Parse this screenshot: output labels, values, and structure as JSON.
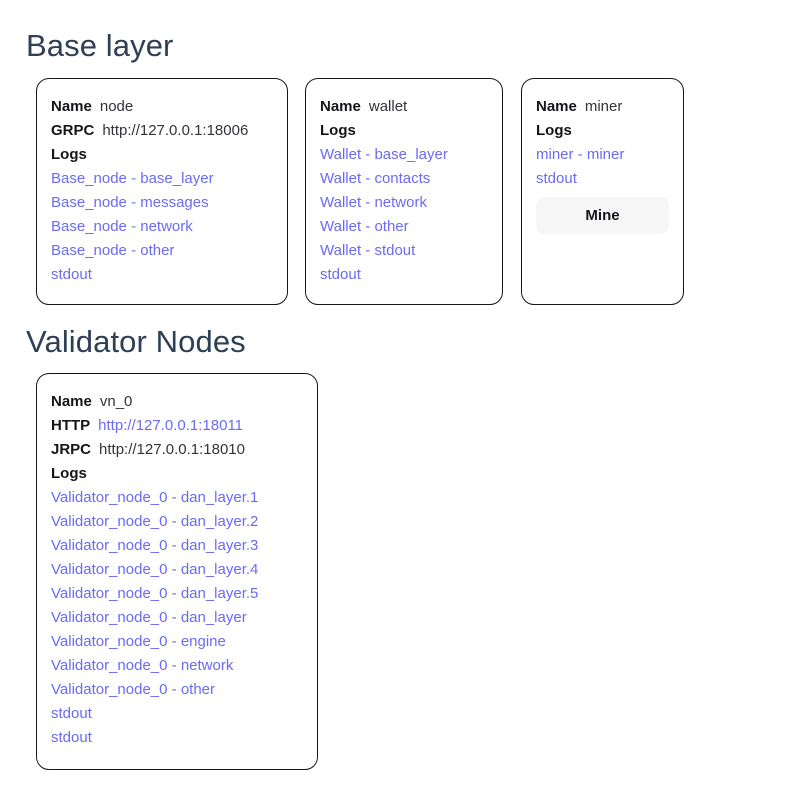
{
  "sections": [
    {
      "heading": "Base layer",
      "cards": [
        {
          "fields": [
            {
              "key": "Name",
              "value": "node",
              "is_link": false
            },
            {
              "key": "GRPC",
              "value": "http://127.0.0.1:18006",
              "is_link": false
            }
          ],
          "logs_label": "Logs",
          "logs": [
            "Base_node - base_layer",
            "Base_node - messages",
            "Base_node - network",
            "Base_node - other",
            "stdout"
          ],
          "button": null
        },
        {
          "fields": [
            {
              "key": "Name",
              "value": "wallet",
              "is_link": false
            }
          ],
          "logs_label": "Logs",
          "logs": [
            "Wallet - base_layer",
            "Wallet - contacts",
            "Wallet - network",
            "Wallet - other",
            "Wallet - stdout",
            "stdout"
          ],
          "button": null
        },
        {
          "fields": [
            {
              "key": "Name",
              "value": "miner",
              "is_link": false
            }
          ],
          "logs_label": "Logs",
          "logs": [
            "miner - miner",
            "stdout"
          ],
          "button": "Mine"
        }
      ]
    },
    {
      "heading": "Validator Nodes",
      "cards": [
        {
          "fields": [
            {
              "key": "Name",
              "value": "vn_0",
              "is_link": false
            },
            {
              "key": "HTTP",
              "value": "http://127.0.0.1:18011",
              "is_link": true
            },
            {
              "key": "JRPC",
              "value": "http://127.0.0.1:18010",
              "is_link": false
            }
          ],
          "logs_label": "Logs",
          "logs": [
            "Validator_node_0 - dan_layer.1",
            "Validator_node_0 - dan_layer.2",
            "Validator_node_0 - dan_layer.3",
            "Validator_node_0 - dan_layer.4",
            "Validator_node_0 - dan_layer.5",
            "Validator_node_0 - dan_layer",
            "Validator_node_0 - engine",
            "Validator_node_0 - network",
            "Validator_node_0 - other",
            "stdout",
            "stdout"
          ],
          "button": null
        }
      ]
    }
  ],
  "colors": {
    "link": "#6b6bf2",
    "heading": "#2e4055",
    "card_border": "#15151a",
    "button_bg": "#f6f6f7",
    "background": "#ffffff"
  }
}
